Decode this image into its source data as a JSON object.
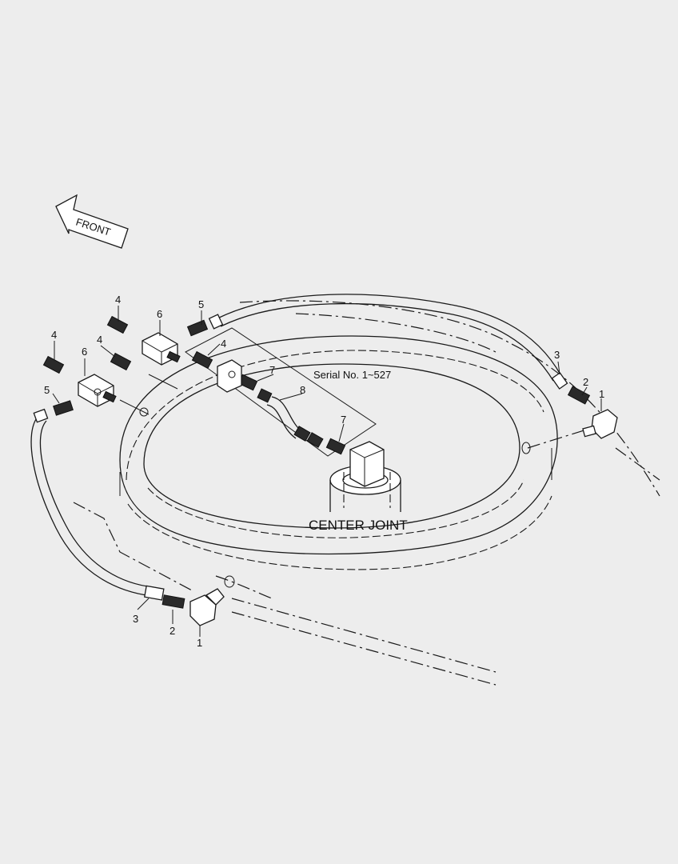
{
  "front_label": "FRONT",
  "serial_label": "Serial No. 1~527",
  "center_joint_label": "CENTER JOINT",
  "callouts": {
    "c1_right": "1",
    "c1_left": "1",
    "c2_right": "2",
    "c2_left": "2",
    "c3_right": "3",
    "c3_left": "3",
    "c4_upper": "4",
    "c4_mid": "4",
    "c4_left": "4",
    "c4_inner": "4",
    "c5_upper": "5",
    "c5_left": "5",
    "c6_upper": "6",
    "c6_left": "6",
    "c7_upper": "7",
    "c7_lower": "7",
    "c8": "8"
  }
}
